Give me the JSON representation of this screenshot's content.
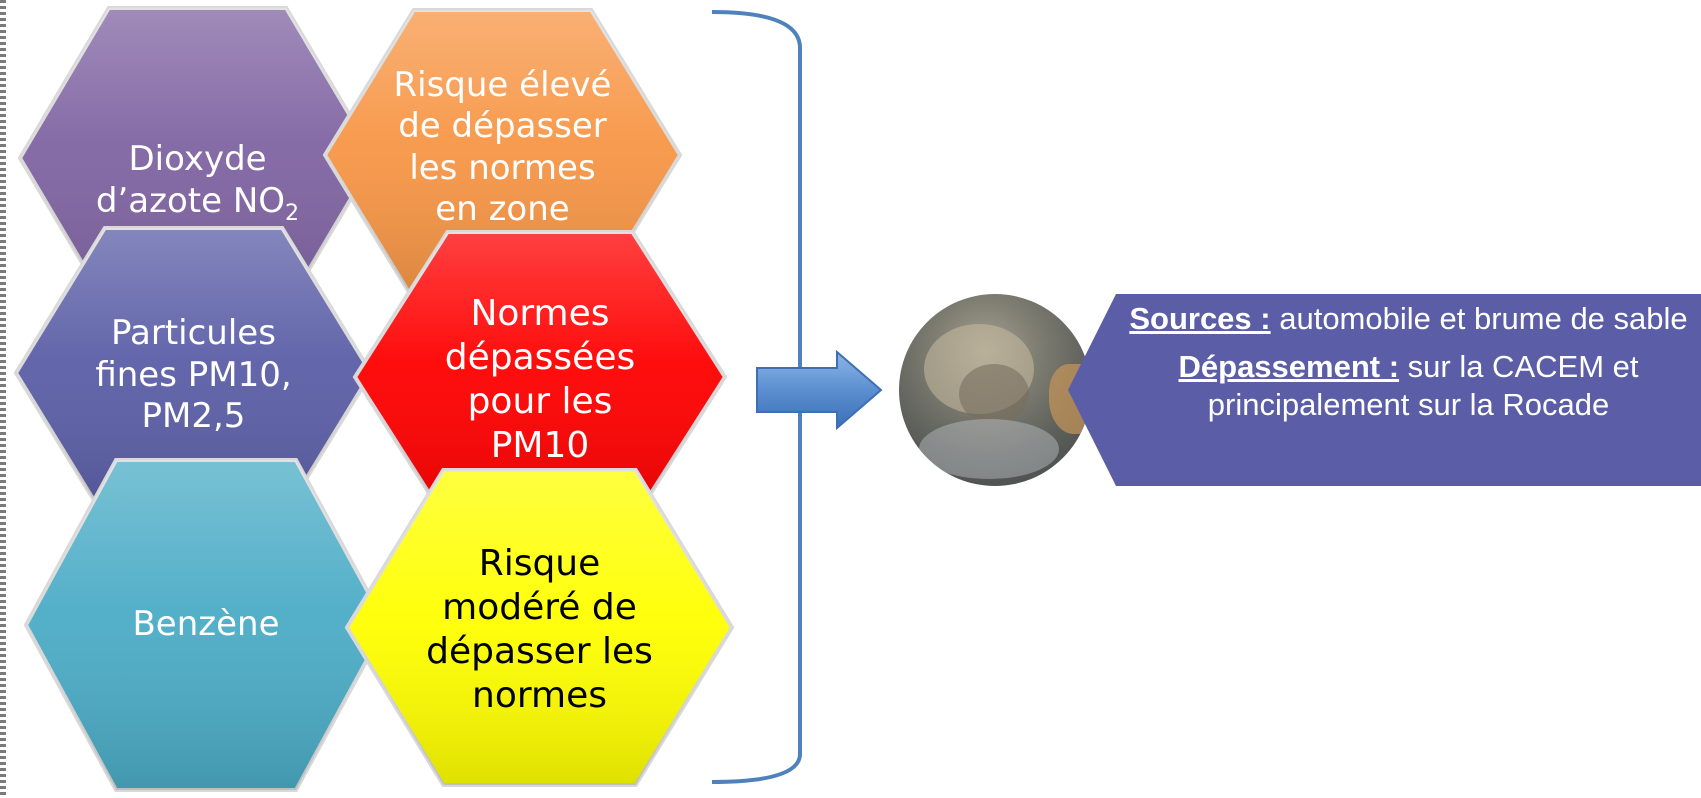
{
  "hexagons": [
    {
      "id": "no2",
      "lines": [
        "Dioxyde",
        "d’azote NO"
      ],
      "sub": "2",
      "color": "#8064a2",
      "text_color": "#ffffff"
    },
    {
      "id": "no2-risk",
      "lines": [
        "Risque élevé",
        "de dépasser",
        "les normes",
        "en zone"
      ],
      "color": "#f79646",
      "text_color": "#ffffff"
    },
    {
      "id": "pm",
      "lines": [
        "Particules",
        "fines PM10,",
        "PM2,5"
      ],
      "color": "#5b5ea6",
      "text_color": "#ffffff"
    },
    {
      "id": "pm-norms",
      "lines": [
        "Normes",
        "dépassées",
        "pour les",
        "PM10"
      ],
      "color": "#ff0000",
      "text_color": "#ffffff"
    },
    {
      "id": "benzene",
      "lines": [
        "Benzène"
      ],
      "color": "#4bacc6",
      "text_color": "#ffffff"
    },
    {
      "id": "benzene-risk",
      "lines": [
        "Risque",
        "modéré de",
        "dépasser les",
        "normes"
      ],
      "color": "#ffff00",
      "text_color": "#000000"
    }
  ],
  "info": {
    "sources_label": "Sources :",
    "sources_text": " automobile et brume de sable",
    "depassement_label": "Dépassement :",
    "depassement_text": " sur la CACEM et principalement sur la Rocade"
  },
  "colors": {
    "bracket": "#4f81bd",
    "arrow": "#4f81bd",
    "info_box": "#5b5ea6"
  }
}
